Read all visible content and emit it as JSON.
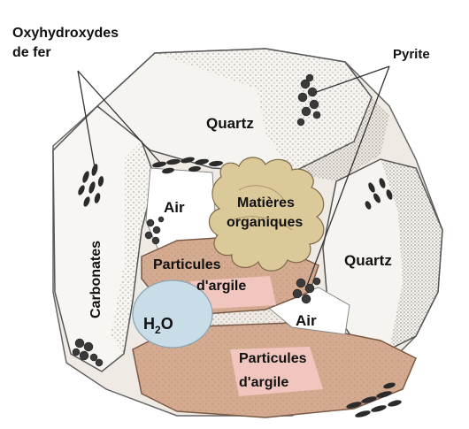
{
  "labels": {
    "oxyhydroxydes_line1": "Oxyhydroxydes",
    "oxyhydroxydes_line2": "de fer",
    "pyrite": "Pyrite",
    "quartz_top": "Quartz",
    "quartz_right": "Quartz",
    "air_left": "Air",
    "air_bottom": "Air",
    "carbonates": "Carbonates",
    "matieres_line1": "Matières",
    "matieres_line2": "organiques",
    "argile_mid_line1": "Particules",
    "argile_mid_line2": "d'argile",
    "argile_bottom_line1": "Particules",
    "argile_bottom_line2": "d'argile",
    "water_h": "H",
    "water_sub": "2",
    "water_o": "O"
  },
  "colors": {
    "quartz": "#f6f4f0",
    "quartz_dots": "#7a7268",
    "clay": "#d9b49c",
    "clay_highlight": "#f3c9c4",
    "water": "#c9dde8",
    "organic": "#dcc99a",
    "pyrite": "#3a3a3a",
    "air": "#ffffff"
  }
}
